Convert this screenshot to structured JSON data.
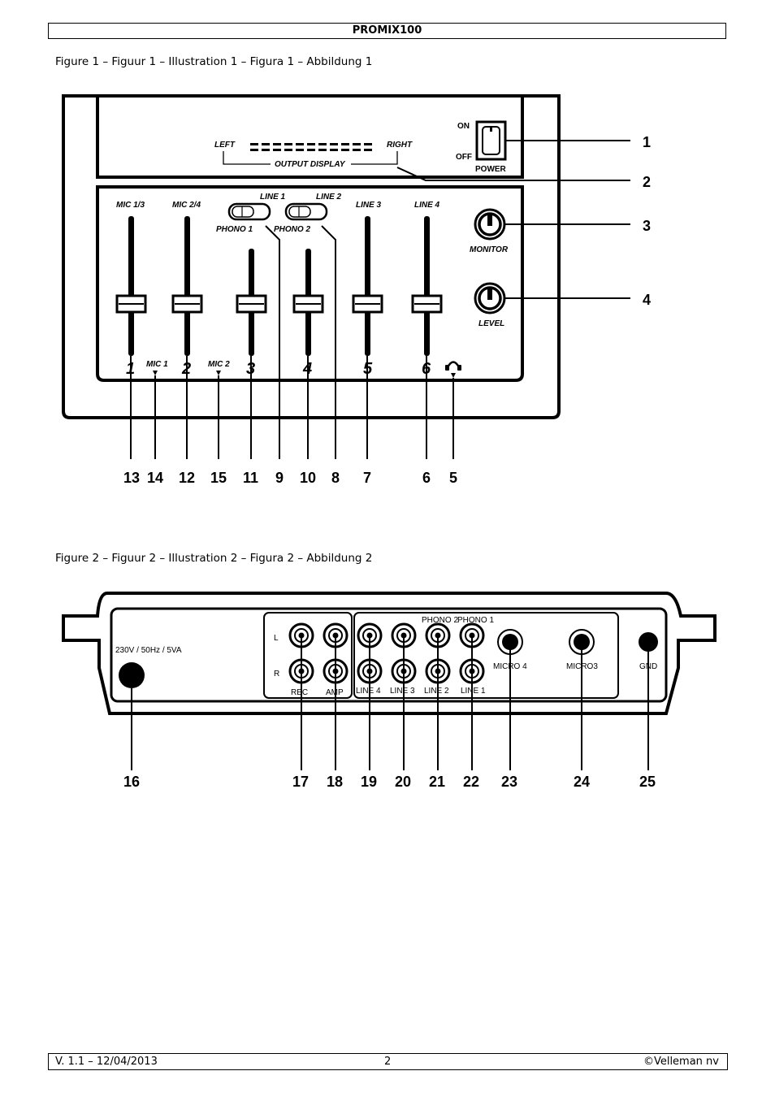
{
  "header": {
    "title": "PROMIX100"
  },
  "figure1": {
    "caption": "Figure 1 – Figuur 1 – Illustration 1 – Figura 1 – Abbildung 1",
    "labels": {
      "on": "ON",
      "off": "OFF",
      "power": "POWER",
      "left": "LEFT",
      "right": "RIGHT",
      "output_display": "OUTPUT DISPLAY",
      "mic13": "MIC 1/3",
      "mic24": "MIC 2/4",
      "line1": "LINE 1",
      "line2": "LINE 2",
      "phono1": "PHONO 1",
      "phono2": "PHONO 2",
      "line3": "LINE 3",
      "line4": "LINE 4",
      "monitor": "MONITOR",
      "level": "LEVEL",
      "mic1": "MIC 1",
      "mic2": "MIC 2"
    },
    "channel_numbers": [
      "1",
      "2",
      "3",
      "4",
      "5",
      "6"
    ],
    "side_callouts": [
      "1",
      "2",
      "3",
      "4"
    ],
    "bottom_callouts": [
      "13",
      "14",
      "12",
      "15",
      "11",
      "9",
      "10",
      "8",
      "7",
      "6",
      "5"
    ]
  },
  "figure2": {
    "caption": "Figure 2 – Figuur 2 – Illustration 2 – Figura 2 – Abbildung 2",
    "labels": {
      "power_rating": "230V / 50Hz / 5VA",
      "l": "L",
      "r": "R",
      "rec": "REC",
      "amp": "AMP",
      "line4": "LINE 4",
      "line3": "LINE 3",
      "line2": "LINE 2",
      "line1": "LINE 1",
      "phono2": "PHONO 2",
      "phono1": "PHONO 1",
      "micro4": "MICRO 4",
      "micro3": "MICRO3",
      "gnd": "GND"
    },
    "bottom_callouts": [
      "16",
      "17",
      "18",
      "19",
      "20",
      "21",
      "22",
      "23",
      "24",
      "25"
    ]
  },
  "footer": {
    "version": "V. 1.1 – 12/04/2013",
    "page": "2",
    "copyright": "©Velleman nv"
  }
}
